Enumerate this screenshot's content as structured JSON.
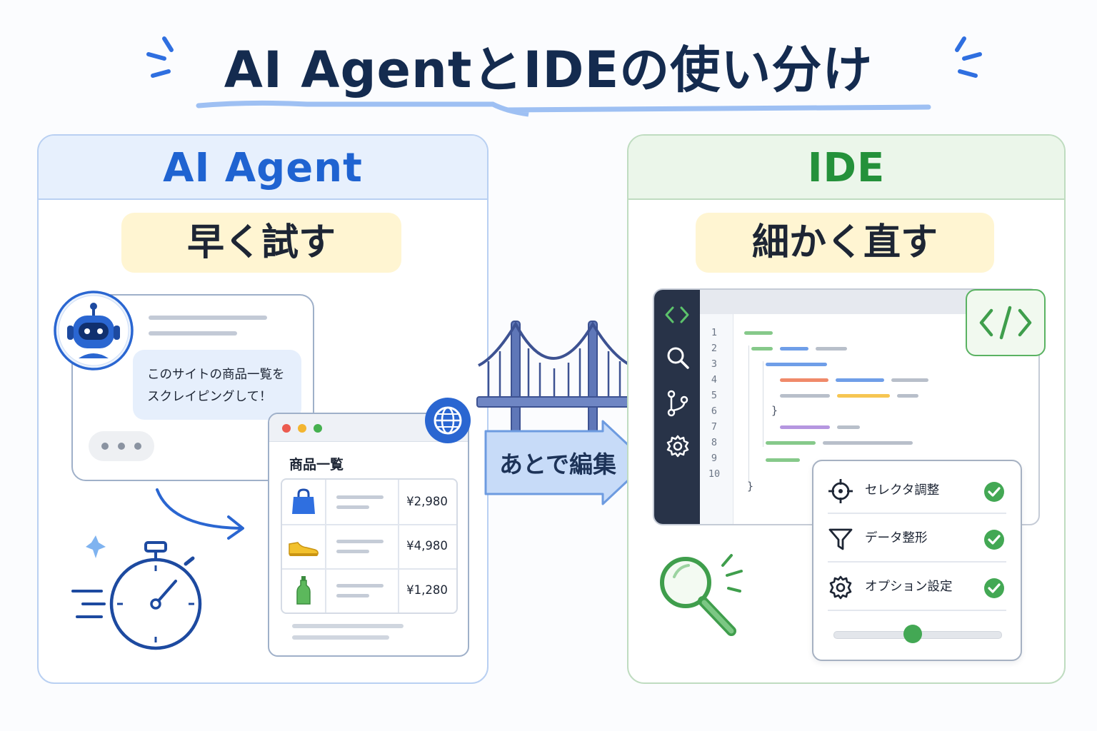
{
  "title": "AI AgentとIDEの使い分け",
  "agent": {
    "header": "AI Agent",
    "tagline": "早く試す",
    "chat_message_line1": "このサイトの商品一覧を",
    "chat_message_line2": "スクレイピングして！",
    "browser_title": "商品一覧",
    "products": [
      {
        "icon": "shopping-bag-icon",
        "price": "¥2,980"
      },
      {
        "icon": "shoe-icon",
        "price": "¥4,980"
      },
      {
        "icon": "bottle-icon",
        "price": "¥1,280"
      }
    ]
  },
  "bridge": {
    "label": "あとで編集"
  },
  "ide": {
    "header": "IDE",
    "tagline": "細かく直す",
    "line_numbers": [
      "1",
      "2",
      "3",
      "4",
      "5",
      "6",
      "7",
      "8",
      "9",
      "10"
    ],
    "options": [
      {
        "label": "セレクタ調整",
        "icon": "crosshair-icon",
        "checked": true
      },
      {
        "label": "データ整形",
        "icon": "filter-icon",
        "checked": true
      },
      {
        "label": "オプション設定",
        "icon": "gear-icon",
        "checked": true
      }
    ],
    "slider_value": 0.47
  },
  "colors": {
    "agent_accent": "#1f63d1",
    "ide_accent": "#24913a",
    "title": "#142b4f",
    "pill_bg": "#fff5d2"
  }
}
